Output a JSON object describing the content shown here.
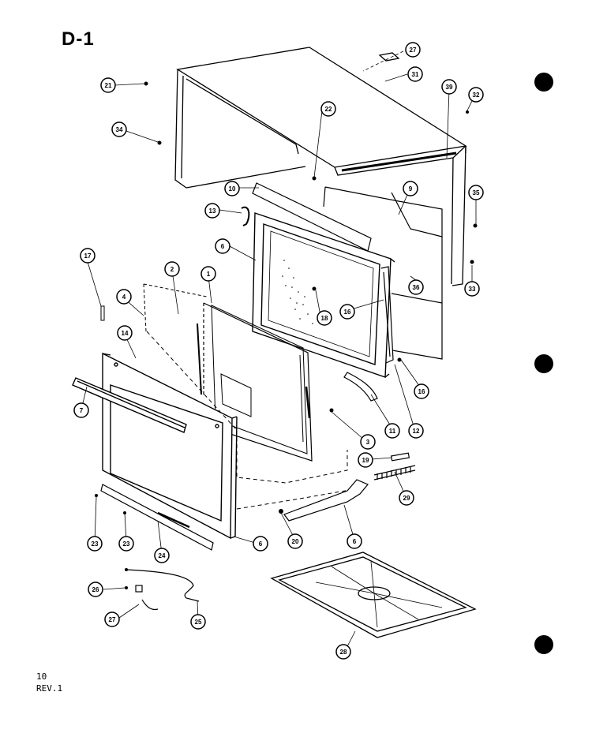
{
  "diagram": {
    "title": "D-1",
    "page_number": "10",
    "revision": "REV.1",
    "callouts": [
      "27",
      "31",
      "21",
      "39",
      "32",
      "22",
      "34",
      "10",
      "9",
      "35",
      "13",
      "6",
      "17",
      "2",
      "1",
      "4",
      "18",
      "16",
      "36",
      "33",
      "14",
      "16",
      "7",
      "11",
      "12",
      "3",
      "19",
      "29",
      "6",
      "23",
      "23",
      "24",
      "20",
      "6",
      "26",
      "27",
      "25",
      "28"
    ]
  }
}
